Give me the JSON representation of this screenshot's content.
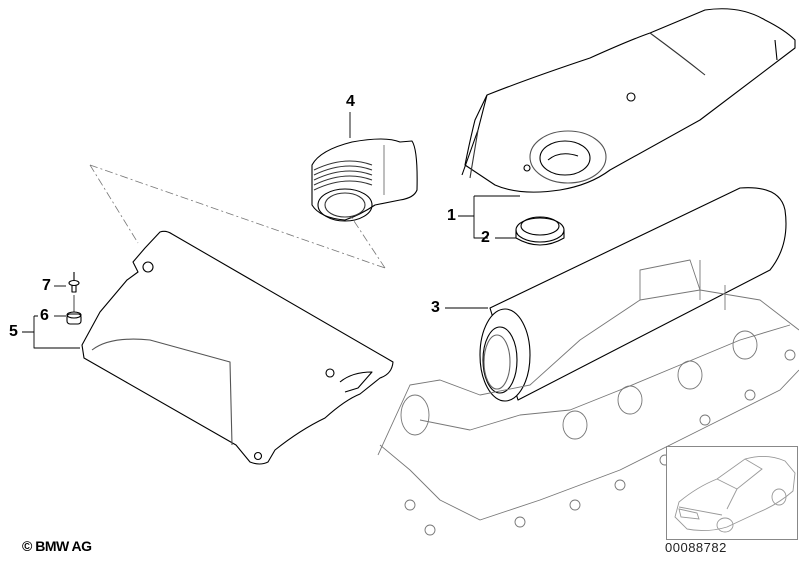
{
  "diagram": {
    "title": "Air filter / intake silencer parts diagram",
    "copyright": "© BMW AG",
    "document_number": "00088782",
    "colors": {
      "line": "#000000",
      "thin_line": "#666666",
      "background": "#ffffff",
      "thumbnail_border": "#888888"
    },
    "callouts": [
      {
        "number": "1",
        "part": "intake-silencer-housing-assembly"
      },
      {
        "number": "2",
        "part": "sealing-ring"
      },
      {
        "number": "3",
        "part": "air-filter-element"
      },
      {
        "number": "4",
        "part": "intake-bellows"
      },
      {
        "number": "5",
        "part": "mounting-kit"
      },
      {
        "number": "6",
        "part": "rubber-grommet"
      },
      {
        "number": "7",
        "part": "screw"
      }
    ],
    "thumbnail": {
      "subject": "vehicle-sedan-outline"
    }
  }
}
